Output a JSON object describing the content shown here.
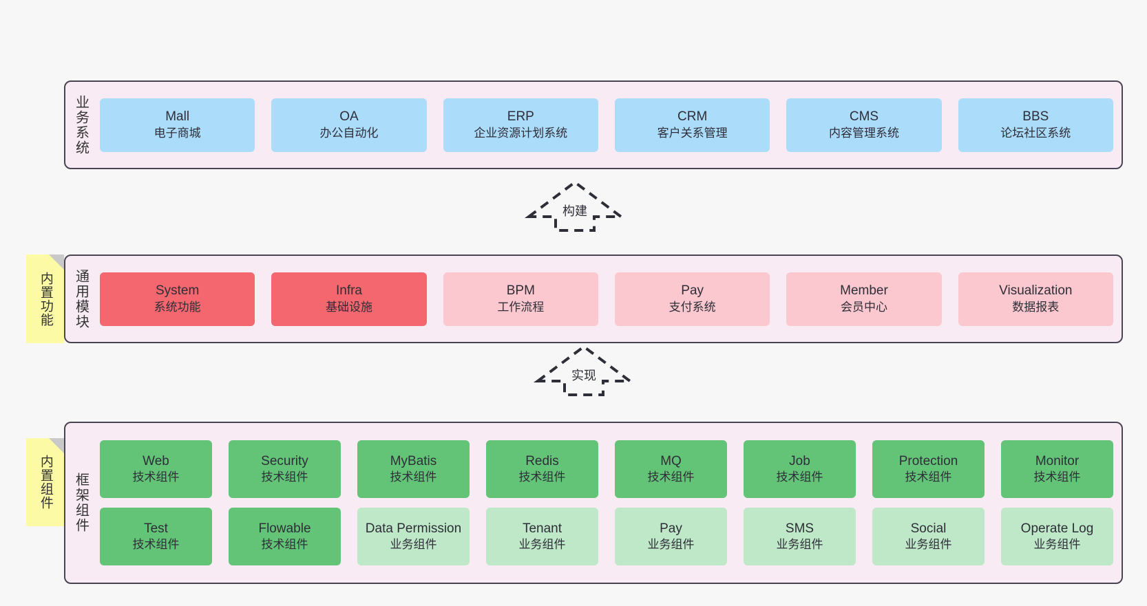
{
  "diagram": {
    "background_color": "#f7f7f7",
    "panel_background": "#f8ebf4",
    "panel_border": "#4a4452"
  },
  "layers": {
    "business": {
      "title": "业务系统",
      "accent": "#abdcfa",
      "cards": [
        {
          "name": "Mall",
          "desc": "电子商城"
        },
        {
          "name": "OA",
          "desc": "办公自动化"
        },
        {
          "name": "ERP",
          "desc": "企业资源计划系统"
        },
        {
          "name": "CRM",
          "desc": "客户关系管理"
        },
        {
          "name": "CMS",
          "desc": "内容管理系统"
        },
        {
          "name": "BBS",
          "desc": "论坛社区系统"
        }
      ]
    },
    "common": {
      "title": "通用模块",
      "note": "内置功能",
      "accent_primary": "#f4676e",
      "accent_secondary": "#fcc8cf",
      "cards": [
        {
          "name": "System",
          "desc": "系统功能",
          "style": "red"
        },
        {
          "name": "Infra",
          "desc": "基础设施",
          "style": "red"
        },
        {
          "name": "BPM",
          "desc": "工作流程",
          "style": "pink"
        },
        {
          "name": "Pay",
          "desc": "支付系统",
          "style": "pink"
        },
        {
          "name": "Member",
          "desc": "会员中心",
          "style": "pink"
        },
        {
          "name": "Visualization",
          "desc": "数据报表",
          "style": "pink"
        }
      ]
    },
    "framework": {
      "title": "框架组件",
      "note": "内置组件",
      "accent_primary": "#63c477",
      "accent_secondary": "#bfe8c8",
      "row_tech": [
        {
          "name": "Web",
          "desc": "技术组件",
          "style": "green"
        },
        {
          "name": "Security",
          "desc": "技术组件",
          "style": "green"
        },
        {
          "name": "MyBatis",
          "desc": "技术组件",
          "style": "green"
        },
        {
          "name": "Redis",
          "desc": "技术组件",
          "style": "green"
        },
        {
          "name": "MQ",
          "desc": "技术组件",
          "style": "green"
        },
        {
          "name": "Job",
          "desc": "技术组件",
          "style": "green"
        },
        {
          "name": "Protection",
          "desc": "技术组件",
          "style": "green"
        },
        {
          "name": "Monitor",
          "desc": "技术组件",
          "style": "green"
        }
      ],
      "row_business": [
        {
          "name": "Test",
          "desc": "技术组件",
          "style": "green"
        },
        {
          "name": "Flowable",
          "desc": "技术组件",
          "style": "green"
        },
        {
          "name": "Data Permission",
          "desc": "业务组件",
          "style": "lightgreen"
        },
        {
          "name": "Tenant",
          "desc": "业务组件",
          "style": "lightgreen"
        },
        {
          "name": "Pay",
          "desc": "业务组件",
          "style": "lightgreen"
        },
        {
          "name": "SMS",
          "desc": "业务组件",
          "style": "lightgreen"
        },
        {
          "name": "Social",
          "desc": "业务组件",
          "style": "lightgreen"
        },
        {
          "name": "Operate Log",
          "desc": "业务组件",
          "style": "lightgreen"
        }
      ]
    }
  },
  "connectors": [
    {
      "id": "build",
      "label": "构建",
      "style": "dashed-generalization",
      "direction": "up"
    },
    {
      "id": "implement",
      "label": "实现",
      "style": "dashed-generalization",
      "direction": "up"
    }
  ]
}
